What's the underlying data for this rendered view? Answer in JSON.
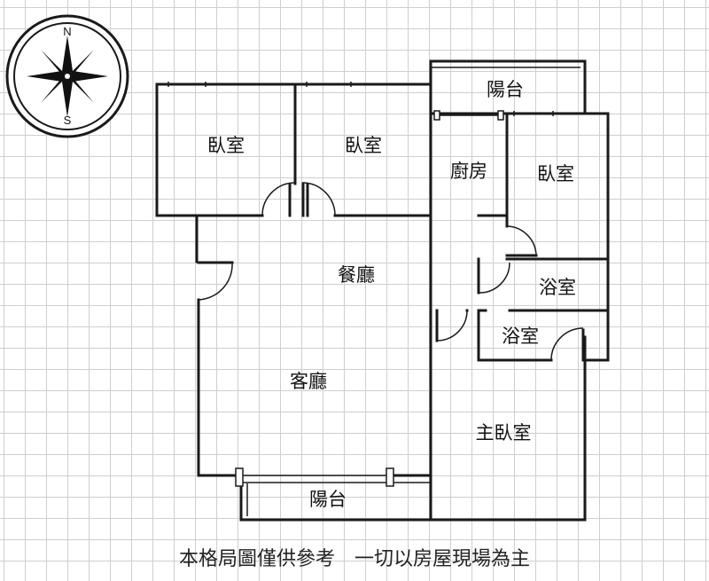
{
  "compass": {
    "north": "N",
    "south": "S"
  },
  "rooms": {
    "bedroom_1": "臥室",
    "bedroom_2": "臥室",
    "balcony_top": "陽台",
    "kitchen": "廚房",
    "bedroom_3": "臥室",
    "dining": "餐廳",
    "bathroom_1": "浴室",
    "bathroom_2": "浴室",
    "living": "客廳",
    "master_bedroom": "主臥室",
    "balcony_bottom": "陽台"
  },
  "disclaimer": "本格局圖僅供參考　一切以房屋現場為主"
}
